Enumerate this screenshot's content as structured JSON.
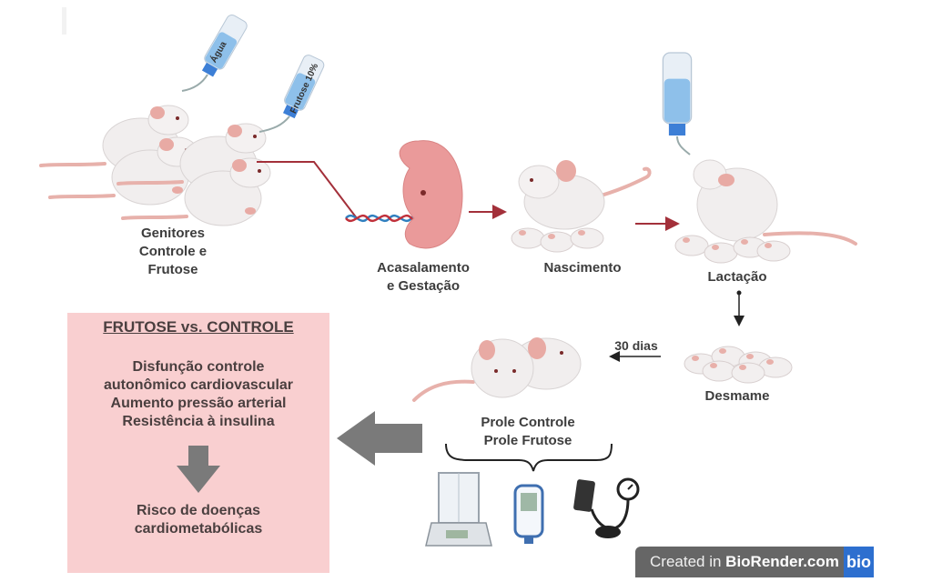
{
  "diagram": {
    "stages": {
      "parents": {
        "lines": [
          "Genitores",
          "Controle e",
          "Frutose"
        ]
      },
      "mating": {
        "lines": [
          "Acasalamento",
          "e Gestação"
        ]
      },
      "birth": {
        "label": "Nascimento"
      },
      "lactation": {
        "label": "Lactação"
      },
      "weaning": {
        "label": "Desmame"
      },
      "offspring": {
        "lines": [
          "Prole Controle",
          "Prole Frutose"
        ]
      }
    },
    "bottles": {
      "water": "Água",
      "fructose": "Frutose 10%"
    },
    "timing_label": "30 dias",
    "outcome_box": {
      "title": "FRUTOSE vs. CONTROLE",
      "findings": [
        "Disfunção controle",
        "autonômico cardiovascular",
        "Aumento pressão arterial",
        "Resistência à insulina"
      ],
      "risk": [
        "Risco de doenças",
        "cardiometabólicas"
      ],
      "background_color": "#f9cfd0"
    },
    "measurement_icons": [
      "analytical-balance-icon",
      "glucometer-icon",
      "blood-pressure-monitor-icon"
    ],
    "colors": {
      "flow_arrow": "#a3303a",
      "black_arrow": "#222222",
      "gray_arrow": "#7a7a7a",
      "mouse_body": "#f1eeee",
      "mouse_pink": "#e8aaa4",
      "water": "#8ec0ea"
    }
  },
  "watermark": {
    "prefix": "Created in ",
    "brand": "BioRender.com",
    "logo": "bio"
  }
}
